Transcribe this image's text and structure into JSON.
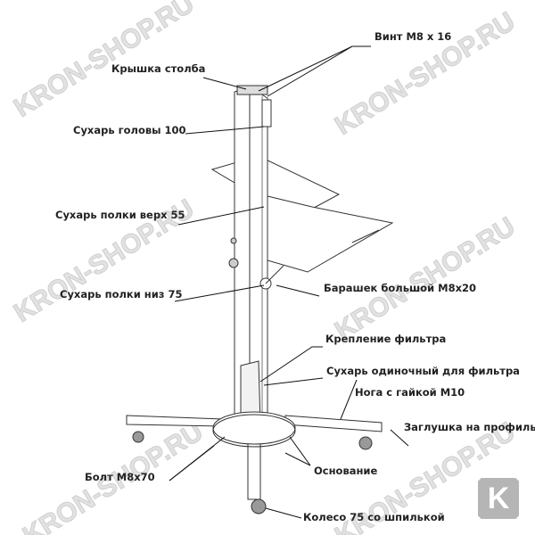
{
  "watermark": "KRON-SHOP.RU",
  "logo_letter": "K",
  "labels": {
    "screw": "Винт М8 х 16",
    "post_cap": "Крышка столба",
    "head_block": "Сухарь головы 100",
    "shelf_top_block": "Сухарь полки верх 55",
    "wing_nut": "Барашек большой М8х20",
    "shelf_bottom_block": "Сухарь полки низ 75",
    "filter_mount": "Крепление фильтра",
    "filter_block": "Сухарь одиночный для фильтра",
    "leg": "Нога с гайкой М10",
    "end_cap": "Заглушка на профиль",
    "base": "Основание",
    "bolt": "Болт М8х70",
    "wheel": "Колесо 75 со шпилькой"
  }
}
